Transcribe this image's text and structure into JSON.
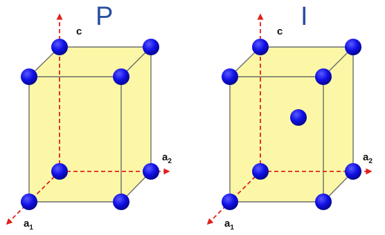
{
  "colors": {
    "face": "#fbf7a6",
    "edge": "#6b6b6b",
    "axis": "#e0201b",
    "atom": "#1010e6",
    "title": "#2a4fa0"
  },
  "cells": [
    {
      "title": "P",
      "centered_atom": false,
      "axes": {
        "c": "c",
        "a1": "a",
        "a1_sub": "1",
        "a2": "a",
        "a2_sub": "2"
      }
    },
    {
      "title": "I",
      "centered_atom": true,
      "axes": {
        "c": "c",
        "a1": "a",
        "a1_sub": "1",
        "a2": "a",
        "a2_sub": "2"
      }
    }
  ]
}
